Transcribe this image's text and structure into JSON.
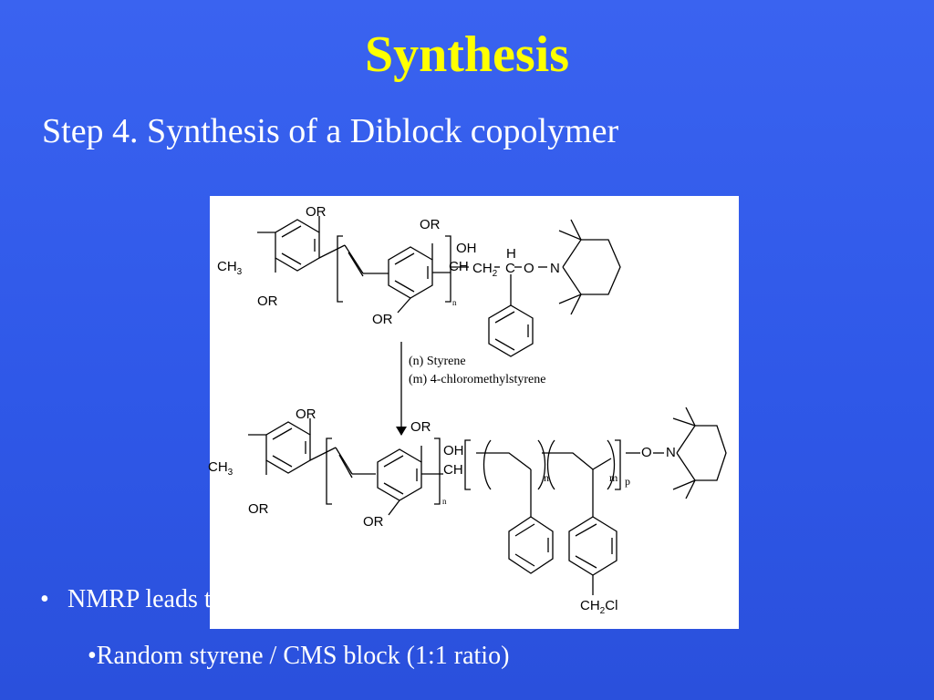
{
  "slide": {
    "title": "Synthesis",
    "subtitle": "Step 4.  Synthesis of a Diblock copolymer"
  },
  "scheme": {
    "reactant": {
      "or_1": "OR",
      "or_2": "OR",
      "or_3": "OR",
      "or_4": "OR",
      "ch3": "CH",
      "ch3_sub": "3",
      "oh": "OH",
      "ch": "CH",
      "ch2": "CH",
      "ch2_sub": "2",
      "c": "C",
      "h": "H",
      "o": "O",
      "n_atom": "N",
      "n_sub": "n"
    },
    "conditions": {
      "line1": "(n) Styrene",
      "line2": "(m) 4-chloromethylstyrene"
    },
    "product": {
      "or_1": "OR",
      "or_2": "OR",
      "or_3": "OR",
      "or_4": "OR",
      "ch3": "CH",
      "ch3_sub": "3",
      "oh": "OH",
      "ch": "CH",
      "o": "O",
      "n_atom": "N",
      "n_sub": "n",
      "n_sub_block": "n",
      "m_sub": "m",
      "p_sub": "p",
      "ch2cl": "CH",
      "ch2cl_sub": "2",
      "ch2cl_cl": "Cl"
    }
  },
  "bullets": {
    "b1_marker": "•",
    "b1_text": "NMRP leads to monodispersed block",
    "b2_text": "•Random styrene / CMS block (1:1 ratio)"
  }
}
